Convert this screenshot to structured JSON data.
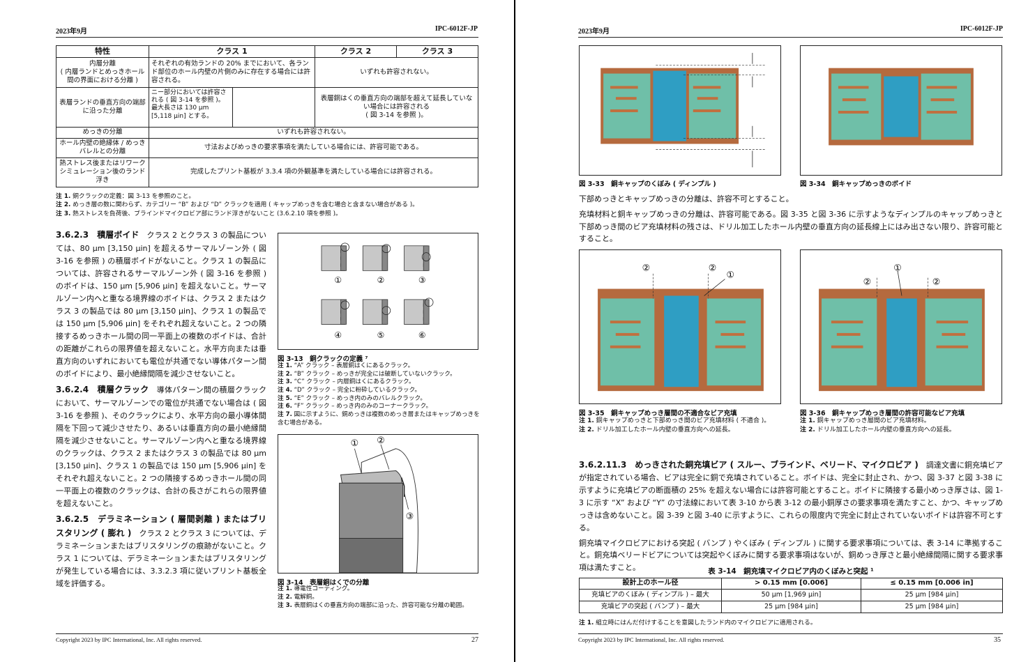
{
  "left": {
    "date": "2023年9月",
    "doc": "IPC-6012F-JP",
    "table": {
      "headers": [
        "特性",
        "クラス 1",
        "クラス 2",
        "クラス 3"
      ],
      "rows": [
        {
          "label": "内層分離\n( 内層ランドとめっきホール間の界面における分離 )",
          "c1": "それぞれの有効ランドの 20% までにおいて、各ランド部位のホール内壁の片側のみに存在する場合には許容される。",
          "c23": "いずれも許容されない。"
        },
        {
          "label": "表層ランドの垂直方向の端部に沿った分離",
          "c1": "ニー部分においては許容される ( 図 3-14 を参照 )。最大長さは 130 µm [5,118 µin] とする。",
          "c23": "表層銅はくの垂直方向の端部を超えて延長していない場合には許容される\n( 図 3-14 を参照 )。"
        },
        {
          "label": "めっきの分離",
          "all": "いずれも許容されない。"
        },
        {
          "label": "ホール内壁の絶縁体 / めっきバレルとの分離",
          "all": "寸法およびめっきの要求事項を満たしている場合には、許容可能である。"
        },
        {
          "label": "熱ストレス後またはリワークシミュレーション後のランド浮き",
          "all": "完成したプリント基板が 3.3.4 項の外観基準を満たしている場合には許容される。"
        }
      ]
    },
    "table_notes": [
      {
        "k": "注 1.",
        "t": "銅クラックの定義：図 3-13 を参照のこと。"
      },
      {
        "k": "注 2.",
        "t": "めっき層の数に関わらず、カテゴリー “B” および “D” クラックを適用 ( キャップめっきを含む場合と含まない場合がある )。"
      },
      {
        "k": "注 3.",
        "t": "熱ストレスを負荷後、ブラインドマイクロビア部にランド浮きがないこと (3.6.2.10 項を参照 )。"
      }
    ],
    "s3623": {
      "h": "3.6.2.3　積層ボイド",
      "t": "クラス 2 とクラス 3 の製品については、80 µm [3,150 µin] を超えるサーマルゾーン外 ( 図 3-16 を参照 ) の積層ボイドがないこと。クラス 1 の製品については、許容されるサーマルゾーン外 ( 図 3-16 を参照 ) のボイドは、150 µm [5,906 µin] を超えないこと。サーマルゾーン内へと重なる境界線のボイドは、クラス 2 またはクラス 3 の製品では 80 µm [3,150 µin]、クラス 1 の製品では 150 µm [5,906 µin] をそれぞれ超えないこと。2 つの隣接するめっきホール間の同一平面上の複数のボイドは、合計の距離がこれらの限界値を超えないこと。水平方向または垂直方向のいずれにおいても電位が共通でない導体パターン間のボイドにより、最小絶縁間隔を減少させないこと。"
    },
    "s3624": {
      "h": "3.6.2.4　積層クラック",
      "t": "導体パターン間の積層クラックにおいて、サーマルゾーンでの電位が共通でない場合は ( 図 3-16 を参照 )、そのクラックにより、水平方向の最小導体間隔を下回って減少させたり、あるいは垂直方向の最小絶縁間隔を減少させないこと。サーマルゾーン内へと重なる境界線のクラックは、クラス 2 またはクラス 3 の製品では 80 µm [3,150 µin]、クラス 1 の製品では 150 µm [5,906 µin] をそれぞれ超えないこと。2 つの隣接するめっきホール間の同一平面上の複数のクラックは、合計の長さがこれらの限界値を超えないこと。"
    },
    "s3625": {
      "h": "3.6.2.5　デラミネーション ( 層間剥離 ) またはブリスタリング ( 膨れ )",
      "t": "クラス 2 とクラス 3 については、デラミネーションまたはブリスタリングの痕跡がないこと。クラス 1 については、デラミネーションまたはブリスタリングが発生している場合には、3.3.2.3 項に従いプリント基板全域を評価する。"
    },
    "fig313": {
      "caption": "図 3-13　銅クラックの定義 ⁷",
      "labels": [
        "①",
        "②",
        "③",
        "④",
        "⑤",
        "⑥"
      ],
      "notes": [
        {
          "k": "注 1.",
          "t": "“A” クラック – 表層銅はくにあるクラック。"
        },
        {
          "k": "注 2.",
          "t": "“B” クラック – めっきが完全には破断していないクラック。"
        },
        {
          "k": "注 3.",
          "t": "“C” クラック – 内層銅はくにあるクラック。"
        },
        {
          "k": "注 4.",
          "t": "“D” クラック – 完全に粉砕しているクラック。"
        },
        {
          "k": "注 5.",
          "t": "“E” クラック – めっき内のみのバレルクラック。"
        },
        {
          "k": "注 6.",
          "t": "“F” クラック – めっき内のみのコーナークラック。"
        },
        {
          "k": "注 7.",
          "t": "図に示すように、銅めっきは複数のめっき層またはキャップめっきを含む場合がある。"
        }
      ]
    },
    "fig314": {
      "caption": "図 3-14　表層銅はくでの分離",
      "labels": [
        "①",
        "②",
        "③"
      ],
      "notes": [
        {
          "k": "注 1.",
          "t": "導電性コーティング。"
        },
        {
          "k": "注 2.",
          "t": "電解銅。"
        },
        {
          "k": "注 3.",
          "t": "表層銅はくの垂直方向の端部に沿った、許容可能な分離の範囲。"
        }
      ]
    },
    "footer": "Copyright 2023 by IPC International, Inc. All rights reserved.",
    "page": "27"
  },
  "right": {
    "date": "2023年9月",
    "doc": "IPC-6012F-JP",
    "cap333": "図 3-33　銅キャップのくぼみ ( ディンプル )",
    "cap334": "図 3-34　銅キャップめっきのボイド",
    "para1": "下部めっきとキャップめっきの分離は、許容不可とすること。",
    "para2": "充填材料と銅キャップめっきの分離は、許容可能である。図 3-35 と図 3-36 に示すようなディンプルのキャップめっきと下部めっき間のビア充填材料の残さは、ドリル加工したホール内壁の垂直方向の延長線上にはみ出さない限り、許容可能とすること。",
    "fig335": {
      "caption": "図 3-35　銅キャップめっき層間の不適合なビア充填",
      "labels": [
        "②",
        "②",
        "①"
      ],
      "notes": [
        {
          "k": "注 1.",
          "t": "銅キャップめっきと下部めっき間のビア充填材料 ( 不適合 )。"
        },
        {
          "k": "注 2.",
          "t": "ドリル加工したホール内壁の垂直方向への延長。"
        }
      ]
    },
    "fig336": {
      "caption": "図 3-36　銅キャップめっき層間の許容可能なビア充填",
      "labels": [
        "①",
        "②",
        "②"
      ],
      "notes": [
        {
          "k": "注 1.",
          "t": "銅キャップめっき層間のビア充填材料。"
        },
        {
          "k": "注 2.",
          "t": "ドリル加工したホール内壁の垂直方向への延長。"
        }
      ]
    },
    "s36211": {
      "h": "3.6.2.11.3　めっきされた銅充填ビア ( スルー、ブラインド、ベリード、マイクロビア )",
      "t": "調達文書に銅充填ビアが指定されている場合、ビアは完全に銅で充填されていること。ボイドは、完全に封止され、かつ、図 3-37 と図 3-38 に示すように充填ビアの断面積の 25% を超えない場合には許容可能とすること。ボイドに隣接する最小めっき厚さは、図 1-3 に示す “X” および “Y” の寸法線において表 3-10 から表 3-12 の最小銅厚さの要求事項を満たすこと、かつ、キャップめっきは含めないこと。図 3-39 と図 3-40 に示すように、これらの限度内で完全に封止されていないボイドは許容不可とする。"
    },
    "para3": "銅充填マイクロビアにおける突起 ( バンプ ) やくぼみ ( ディンプル ) に関する要求事項については、表 3-14 に準拠すること。銅充填ベリードビアについては突起やくぼみに関する要求事項はないが、銅めっき厚さと最小絶縁間隔に関する要求事項は満たすこと。",
    "table": {
      "title": "表 3-14　銅充填マイクロビア内のくぼみと突起 ¹",
      "headers": [
        "設計上のホール径",
        "> 0.15 mm [0.006]",
        "≤ 0.15 mm [0.006 in]"
      ],
      "rows": [
        [
          "充填ビアのくぼみ ( ディンプル ) – 最大",
          "50 µm [1,969 µin]",
          "25 µm [984 µin]"
        ],
        [
          "充填ビアの突起 ( バンプ ) – 最大",
          "25 µm [984 µin]",
          "25 µm [984 µin]"
        ]
      ],
      "note_k": "注 1.",
      "note_t": "組立時にはんだ付けすることを意図したランド内のマイクロビアに適用される。"
    },
    "footer": "Copyright 2023 by IPC International, Inc. All rights reserved.",
    "page": "35"
  }
}
